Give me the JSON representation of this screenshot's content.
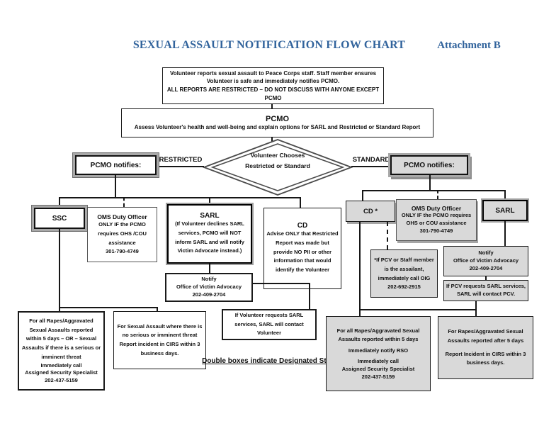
{
  "page": {
    "title": "SEXUAL ASSAULT NOTIFICATION FLOW CHART",
    "attachment": "Attachment B"
  },
  "colors": {
    "title_blue": "#31639c",
    "gray_fill": "#d9d9d9",
    "line_black": "#161616"
  },
  "decision": {
    "line1": "Volunteer Chooses",
    "line2": "Restricted or Standard",
    "left_label": "RESTRICTED",
    "right_label": "STANDARD"
  },
  "nodes": {
    "report": {
      "line1": "Volunteer reports sexual assault to Peace Corps staff.  Staff member ensures",
      "line2": "Volunteer is safe and immediately notifies PCMO.",
      "line3": "ALL REPORTS ARE RESTRICTED – DO NOT DISCUSS WITH ANYONE EXCEPT PCMO"
    },
    "pcmo": {
      "title": "PCMO",
      "body": "Assess Volunteer's health and well-being and explain options for SARL and Restricted or Standard Report"
    },
    "pcmo_notifies_left": {
      "label": "PCMO notifies:"
    },
    "pcmo_notifies_right": {
      "label": "PCMO notifies:"
    },
    "ssc": {
      "label": "SSC"
    },
    "oms_left": {
      "title": "OMS Duty Officer",
      "body": "ONLY IF the PCMO requires OHS /COU assistance",
      "phone": "301-790-4749"
    },
    "sarl_left": {
      "title": "SARL",
      "body": "(If Volunteer declines SARL services, PCMO will NOT inform SARL and will notify Victim Advocate instead.)"
    },
    "cd_left": {
      "title": "CD",
      "body": "Advise ONLY that Restricted Report was made but provide NO PII or other information that would identify the Volunteer"
    },
    "notify_left": {
      "line1": "Notify",
      "line2": "Office of Victim Advocacy",
      "phone": "202-409-2704"
    },
    "if_volunteer_requests": {
      "body": "If Volunteer requests SARL services, SARL will contact Volunteer"
    },
    "aggravated_left": {
      "p1": "For all Rapes/Aggravated Sexual Assaults reported within 5 days – OR – Sexual Assaults if there is a serious or imminent threat",
      "p2": "Immediately call",
      "p3": "Assigned Security Specialist",
      "phone": "202-437-5159"
    },
    "no_threat": {
      "p1": "For Sexual Assault where there is no serious or imminent threat",
      "p2": "Report incident in CIRS within 3 business days."
    },
    "designated_note": {
      "label": "Double boxes indicate Designated Staff"
    },
    "cd_right": {
      "label": "CD *"
    },
    "oms_right": {
      "title": "OMS Duty Officer",
      "body": "ONLY IF the PCMO requires OHS or COU assistance",
      "phone": "301-790-4749"
    },
    "sarl_right": {
      "label": "SARL"
    },
    "oig": {
      "body": "*If PCV or Staff member is the assailant, immediately call OIG",
      "phone": "202-692-2915"
    },
    "notify_right": {
      "line1": "Notify",
      "line2": "Office of Victim Advocacy",
      "phone": "202-409-2704"
    },
    "if_pcv_requests": {
      "body": "If PCV requests SARL services, SARL will contact PCV."
    },
    "within5_right": {
      "p1": "For all Rapes/Aggravated Sexual Assaults reported within 5 days",
      "p2": "Immediately notify RSO",
      "p3": "Immediately call",
      "p4": "Assigned Security Specialist",
      "phone": "202-437-5159"
    },
    "after5_right": {
      "p1": "For Rapes/Aggravated Sexual Assaults reported after 5 days",
      "p2": "Report Incident in CIRS within 3 business days."
    }
  }
}
